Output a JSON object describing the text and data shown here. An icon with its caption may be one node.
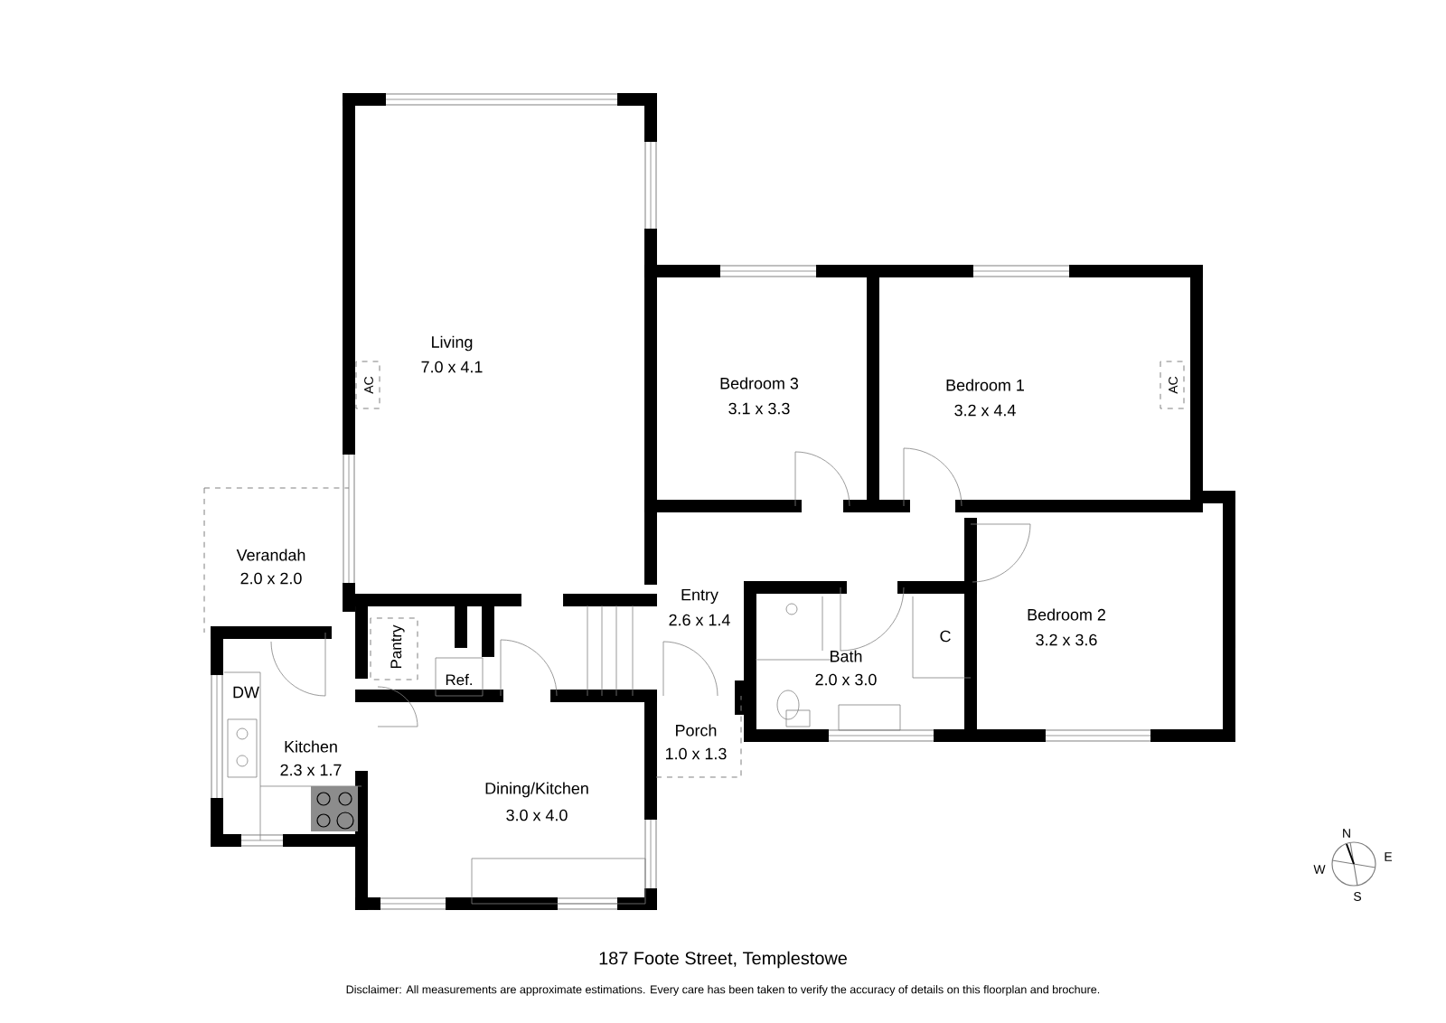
{
  "diagram": {
    "labels": [
      "Living",
      "7.0 x 4.1",
      "AC",
      "Bedroom 3",
      "3.1 x 3.3",
      "Bedroom 1",
      "3.2 x 4.4",
      "AC",
      "Verandah",
      "2.0 x 2.0",
      "Entry",
      "2.6 x 1.4",
      "Bedroom 2",
      "3.2 x 3.6",
      "Pantry",
      "Ref.",
      "Bath",
      "2.0 x 3.0",
      "C",
      "DW",
      "Porch",
      "1.0 x 1.3",
      "Kitchen",
      "2.3 x 1.7",
      "Dining/Kitchen",
      "3.0 x 4.0",
      "N",
      "E",
      "W",
      "S",
      "187 Foote Street, Templestowe",
      "Disclaimer: All measurements are approximate estimations. Every care has been taken to verify the accuracy of details on this floorplan and brochure."
    ]
  }
}
